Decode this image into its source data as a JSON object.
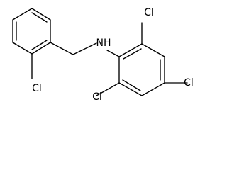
{
  "molecule": {
    "atom_labels": {
      "nh": "NH",
      "cl_top": "Cl",
      "cl_left_ring": "Cl",
      "cl_bottom_left": "Cl",
      "cl_bottom_right": "Cl"
    },
    "colors": {
      "bond": "#000000",
      "label": "#000000",
      "background": "#ffffff"
    }
  }
}
